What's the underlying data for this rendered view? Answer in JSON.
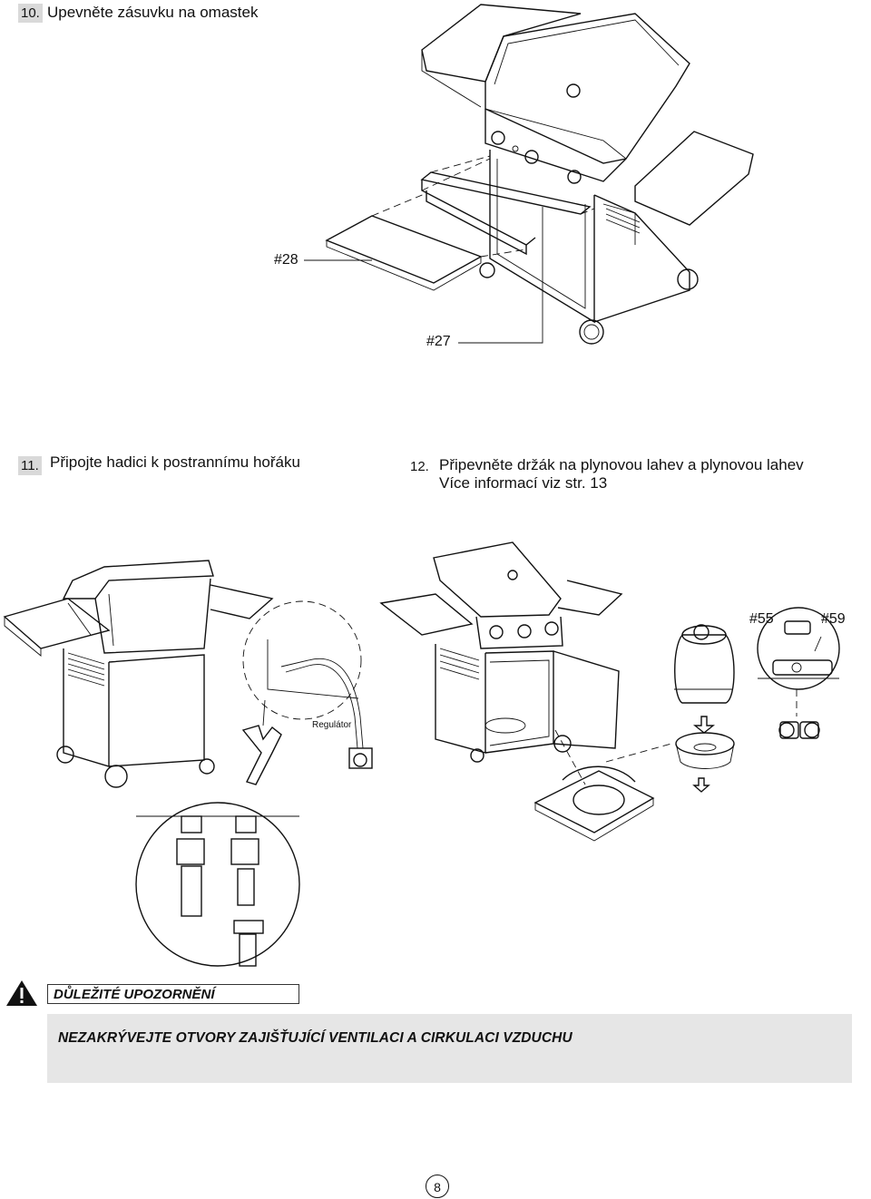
{
  "step10": {
    "number": "10.",
    "title": "Upevněte zásuvku na omastek"
  },
  "step11": {
    "number": "11.",
    "title": "Připojte hadici k postrannímu hořáku"
  },
  "step12": {
    "number": "12.",
    "title": "Připevněte držák na plynovou lahev a plynovou lahev",
    "subtitle": "Více informací viz str. 13"
  },
  "parts": {
    "p28": "#28",
    "p27": "#27",
    "p55": "#55",
    "p59": "#59"
  },
  "regulator_label": "Regulátor",
  "warning": {
    "title": "DŮLEŽITÉ UPOZORNĚNÍ",
    "text": "NEZAKRÝVEJTE OTVORY ZAJIŠŤUJÍCÍ VENTILACI A CIRKULACI VZDUCHU"
  },
  "page_number": "8",
  "icons": {
    "warning": "warning-triangle-icon"
  }
}
